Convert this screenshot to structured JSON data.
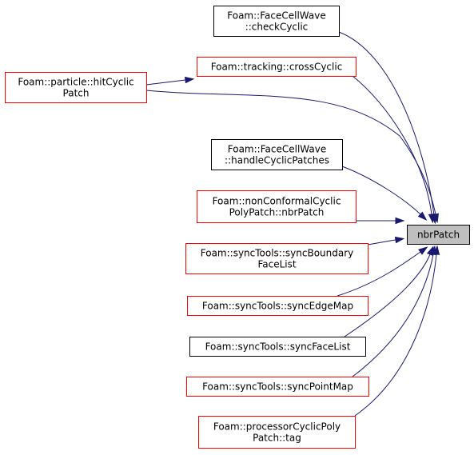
{
  "title": "",
  "target": {
    "lines": [
      "nbrPatch"
    ]
  },
  "nodes": [
    {
      "id": "checkCyclic",
      "lines": [
        "Foam::FaceCellWave",
        "::checkCyclic"
      ],
      "border": "black"
    },
    {
      "id": "crossCyclic",
      "lines": [
        "Foam::tracking::crossCyclic"
      ],
      "border": "red"
    },
    {
      "id": "hitCyclicPatch",
      "lines": [
        "Foam::particle::hitCyclic",
        "Patch"
      ],
      "border": "red"
    },
    {
      "id": "handleCyclicPatches",
      "lines": [
        "Foam::FaceCellWave",
        "::handleCyclicPatches"
      ],
      "border": "black"
    },
    {
      "id": "nonConformalNbrPatch",
      "lines": [
        "Foam::nonConformalCyclic",
        "PolyPatch::nbrPatch"
      ],
      "border": "red"
    },
    {
      "id": "syncBoundaryFaceList",
      "lines": [
        "Foam::syncTools::syncBoundary",
        "FaceList"
      ],
      "border": "red"
    },
    {
      "id": "syncEdgeMap",
      "lines": [
        "Foam::syncTools::syncEdgeMap"
      ],
      "border": "red"
    },
    {
      "id": "syncFaceList",
      "lines": [
        "Foam::syncTools::syncFaceList"
      ],
      "border": "black"
    },
    {
      "id": "syncPointMap",
      "lines": [
        "Foam::syncTools::syncPointMap"
      ],
      "border": "red"
    },
    {
      "id": "processorCyclicTag",
      "lines": [
        "Foam::processorCyclicPoly",
        "Patch::tag"
      ],
      "border": "red"
    }
  ],
  "edges": [
    {
      "from": "checkCyclic",
      "to": "target"
    },
    {
      "from": "crossCyclic",
      "to": "target"
    },
    {
      "from": "hitCyclicPatch",
      "to": "crossCyclic"
    },
    {
      "from": "hitCyclicPatch",
      "to": "target"
    },
    {
      "from": "handleCyclicPatches",
      "to": "target"
    },
    {
      "from": "nonConformalNbrPatch",
      "to": "target"
    },
    {
      "from": "syncBoundaryFaceList",
      "to": "target"
    },
    {
      "from": "syncEdgeMap",
      "to": "target"
    },
    {
      "from": "syncFaceList",
      "to": "target"
    },
    {
      "from": "syncPointMap",
      "to": "target"
    },
    {
      "from": "processorCyclicTag",
      "to": "target"
    }
  ],
  "colors": {
    "edge": "#191970",
    "red_border": "#ff0000",
    "black_border": "#000000",
    "target_fill": "#bfbfbf"
  }
}
